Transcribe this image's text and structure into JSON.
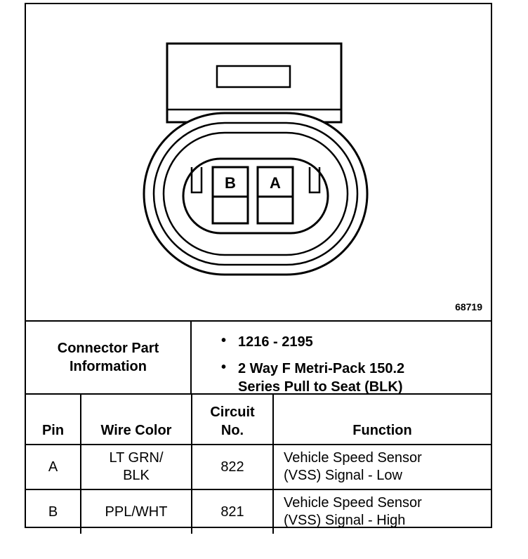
{
  "diagram": {
    "figure_number": "68719",
    "pins": [
      "B",
      "A"
    ]
  },
  "connector_info": {
    "label": "Connector Part\nInformation",
    "items": [
      "1216 - 2195",
      "2 Way F Metri-Pack 150.2\nSeries Pull to Seat (BLK)"
    ]
  },
  "table": {
    "headers": {
      "pin": "Pin",
      "wire_color": "Wire Color",
      "circuit": "Circuit\nNo.",
      "function": "Function"
    },
    "rows": [
      {
        "pin": "A",
        "wire_color": "LT GRN/\nBLK",
        "circuit": "822",
        "function": "Vehicle Speed Sensor\n(VSS) Signal - Low"
      },
      {
        "pin": "B",
        "wire_color": "PPL/WHT",
        "circuit": "821",
        "function": "Vehicle Speed Sensor\n(VSS) Signal - High"
      }
    ]
  }
}
